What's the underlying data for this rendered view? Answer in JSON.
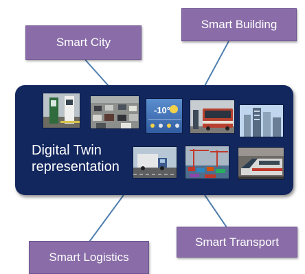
{
  "center": {
    "label_line1": "Digital Twin",
    "label_line2": "representation"
  },
  "nodes": {
    "city": "Smart City",
    "building": "Smart Building",
    "transport": "Smart Transport",
    "logistics": "Smart Logistics"
  },
  "colors": {
    "node_fill": "#8a6da8",
    "panel_fill": "#13275f",
    "connector": "#4f7fb0",
    "text": "#ffffff"
  },
  "weather_widget": {
    "temperature": "-10°"
  },
  "icons": [
    "ev-charging-station-photo",
    "traffic-jam-photo",
    "weather-widget-photo",
    "city-bus-photo",
    "skyscrapers-photo",
    "truck-highway-photo",
    "port-cranes-photo",
    "high-speed-train-photo"
  ]
}
